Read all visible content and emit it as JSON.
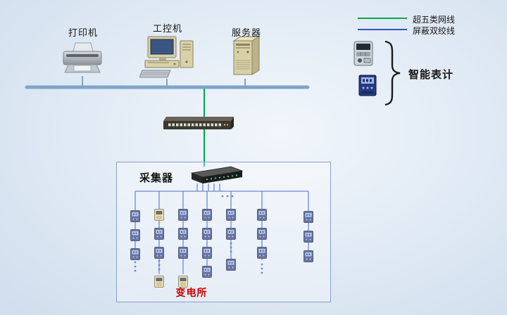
{
  "diagram_title": "network-topology-of-substation-metering-system",
  "legend": {
    "cat5e_label": "超五类网线",
    "stp_label": "屏蔽双绞线",
    "smart_meter_label": "智能表计"
  },
  "bus_devices": {
    "printer_label": "打印机",
    "ipc_label": "工控机",
    "server_label": "服务器"
  },
  "collector": {
    "label": "采集器"
  },
  "substation": {
    "label": "变电所"
  },
  "colors": {
    "cat5e_line": "#00a651",
    "stp_line": "#2f55c0",
    "bus_line": "#7fa5c8",
    "substation_text": "#cc0000",
    "box_border": "#8aa0c8"
  }
}
